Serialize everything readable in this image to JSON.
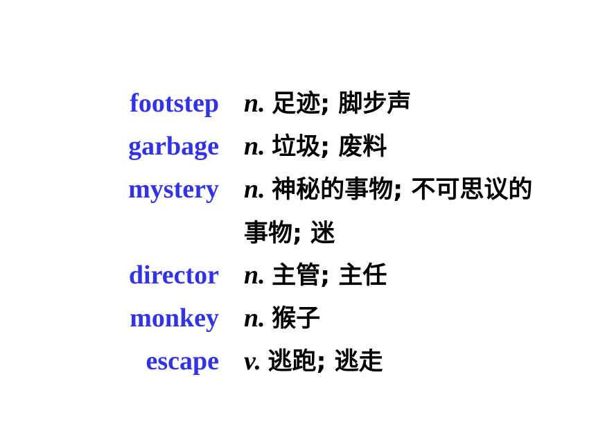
{
  "colors": {
    "word": "#3333e6",
    "definition": "#000000",
    "background": "#ffffff"
  },
  "entries": [
    {
      "word": "footstep",
      "pos": "n.",
      "definition": "足迹; 脚步声"
    },
    {
      "word": "garbage",
      "pos": "n.",
      "definition": "垃圾; 废料"
    },
    {
      "word": "mystery",
      "pos": "n.",
      "definition": "神秘的事物; 不可思议的事物; 迷"
    },
    {
      "word": "director",
      "pos": "n.",
      "definition": "主管; 主任"
    },
    {
      "word": "monkey",
      "pos": "n.",
      "definition": "猴子"
    },
    {
      "word": "escape",
      "pos": "v.",
      "definition": "逃跑; 逃走"
    }
  ]
}
